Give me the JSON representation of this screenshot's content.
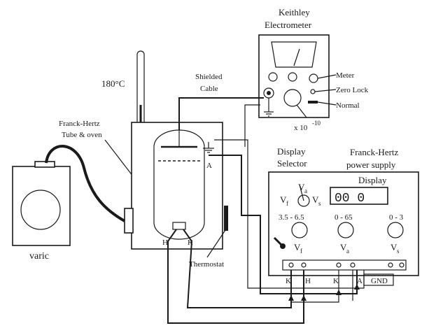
{
  "labels": {
    "keithley_1": "Keithley",
    "keithley_2": "Electrometer",
    "meter": "Meter",
    "zero_lock": "Zero Lock",
    "normal": "Normal",
    "scale": "x 10",
    "scale_exp": "-10",
    "temperature": "180°C",
    "shielded_1": "Shielded",
    "shielded_2": "Cable",
    "tube_1": "Franck-Hertz",
    "tube_2": "Tube & oven",
    "anode": "A",
    "heater": "H",
    "cathode": "K",
    "thermostat": "Thermostat",
    "varic": "varic",
    "display_selector_1": "Display",
    "display_selector_2": "Selector",
    "fh_supply_1": "Franck-Hertz",
    "fh_supply_2": "power  supply",
    "display": "Display",
    "display_value": "00 0",
    "sel_vf": "V",
    "sel_vf_sub": "f",
    "sel_va": "V",
    "sel_va_sub": "a",
    "sel_vs": "V",
    "sel_vs_sub": "s",
    "range_1": "3.5 - 6.5",
    "range_2": "0 - 65",
    "range_3": "0 - 3",
    "knob_vf": "V",
    "knob_vf_sub": "f",
    "knob_va": "V",
    "knob_va_sub": "a",
    "knob_vs": "V",
    "knob_vs_sub": "s",
    "term_k1": "K",
    "term_h": "H",
    "term_k2": "K",
    "term_a": "A",
    "term_gnd": "GND"
  }
}
